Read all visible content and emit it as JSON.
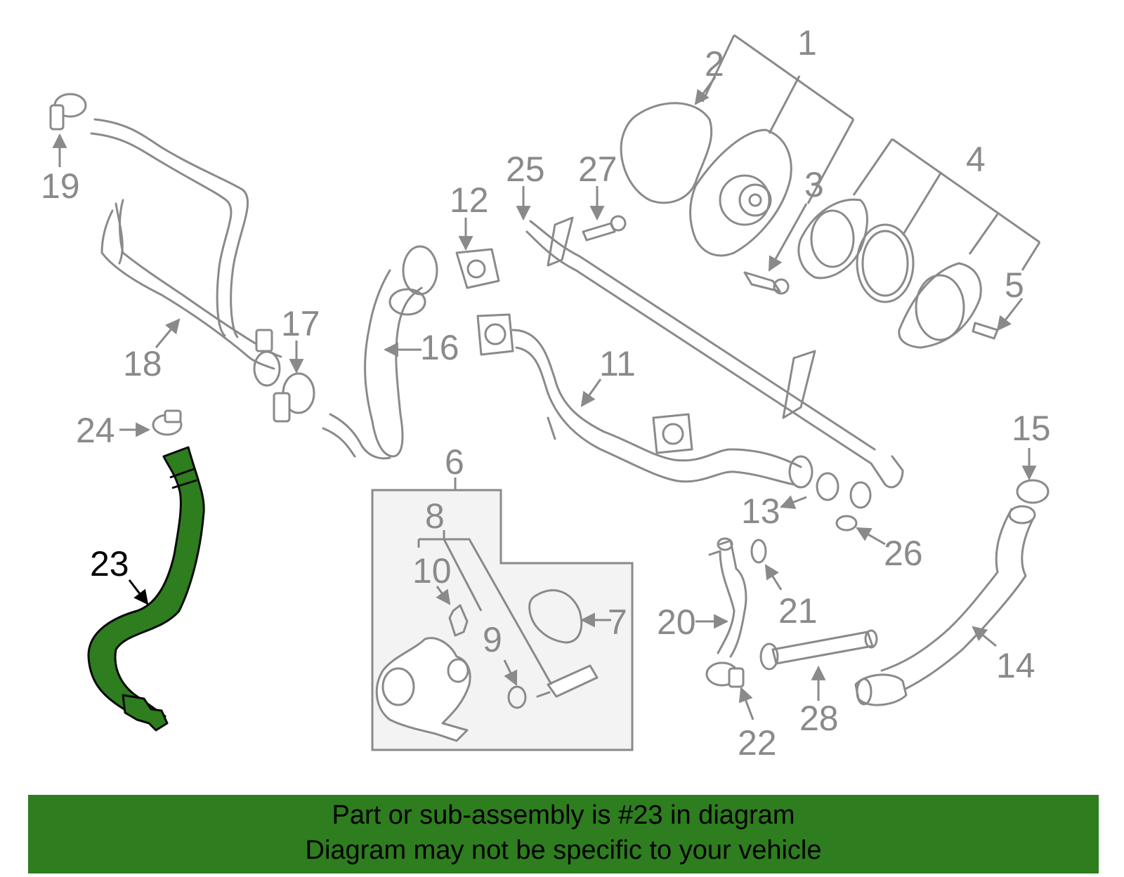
{
  "highlight_color": "#2e7d1f",
  "line_color": "#8a8a8a",
  "highlighted_part": "23",
  "callouts": [
    "1",
    "2",
    "3",
    "4",
    "5",
    "6",
    "7",
    "8",
    "9",
    "10",
    "11",
    "12",
    "13",
    "14",
    "15",
    "16",
    "17",
    "18",
    "19",
    "20",
    "21",
    "22",
    "23",
    "24",
    "25",
    "26",
    "27",
    "28"
  ],
  "banner": {
    "line1": "Part or sub-assembly is #23 in diagram",
    "line2": "Diagram may not be specific to your vehicle"
  }
}
